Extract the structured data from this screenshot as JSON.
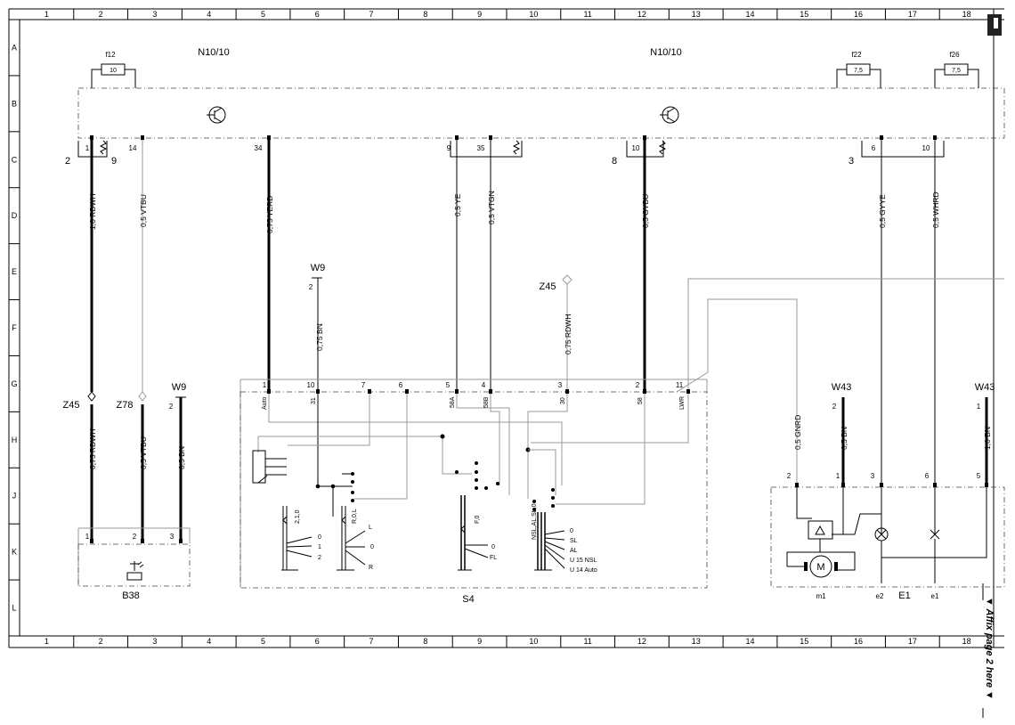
{
  "grid": {
    "columns": [
      "1",
      "2",
      "3",
      "4",
      "5",
      "6",
      "7",
      "8",
      "9",
      "10",
      "11",
      "12",
      "13",
      "14",
      "15",
      "16",
      "17",
      "18"
    ],
    "rows": [
      "A",
      "B",
      "C",
      "D",
      "E",
      "F",
      "G",
      "H",
      "J",
      "K",
      "L"
    ]
  },
  "modules": {
    "left": "N10/10",
    "right": "N10/10",
    "left_connector": "2",
    "mid_connector_a": "9",
    "mid_connector_b": "8",
    "right_connector": "3"
  },
  "fuses": [
    {
      "name": "f12",
      "rating": "10"
    },
    {
      "name": "f22",
      "rating": "7,5"
    },
    {
      "name": "f26",
      "rating": "7,5"
    }
  ],
  "top_pins": [
    "1",
    "14",
    "34",
    "9",
    "35",
    "10",
    "6",
    "10"
  ],
  "wires": [
    {
      "label": "1,0 RDWH"
    },
    {
      "label": "0,5 VTBU"
    },
    {
      "label": "0,75 YERD"
    },
    {
      "label": "0,5 YE"
    },
    {
      "label": "0,5 VTGN"
    },
    {
      "label": "0,5 GYBU"
    },
    {
      "label": "0,5 GYYE"
    },
    {
      "label": "0,5 WHRD"
    },
    {
      "label": "0,75 BN"
    },
    {
      "label": "0,75 RDWH"
    },
    {
      "label": "0,75 RDWH"
    },
    {
      "label": "0,5 VTBU"
    },
    {
      "label": "0,5 BN"
    },
    {
      "label": "0,5 GNRD"
    },
    {
      "label": "0,5 BN"
    },
    {
      "label": "1,0 BN"
    }
  ],
  "splices": {
    "z45_left": "Z45",
    "z78": "Z78",
    "w9_left": "W9",
    "w9_left_pin": "2",
    "w9_top": "W9",
    "w9_top_pin": "2",
    "z45_mid": "Z45",
    "w43_a": "W43",
    "w43_a_pin": "2",
    "w43_b": "W43",
    "w43_b_pin": "1"
  },
  "s4": {
    "name": "S4",
    "pins": [
      "1",
      "10",
      "7",
      "6",
      "5",
      "4",
      "3",
      "2",
      "11"
    ],
    "terminals": [
      "Auto",
      "31",
      "58A",
      "58B",
      "30",
      "58",
      "LWR"
    ],
    "switch_labels": [
      "2,1,0",
      "R,0,L",
      "F,0",
      "NSL,AL,SL,0"
    ],
    "pos_a": [
      "0",
      "1",
      "2"
    ],
    "pos_b": [
      "L",
      "0",
      "R"
    ],
    "pos_c": [
      "0",
      "FL"
    ],
    "pos_d": [
      "0",
      "SL",
      "AL",
      "U 15 NSL",
      "U 14 Auto"
    ]
  },
  "b38": {
    "name": "B38",
    "pins": [
      "1",
      "2",
      "3"
    ]
  },
  "e1": {
    "name": "E1",
    "pins": [
      "2",
      "1",
      "3",
      "6",
      "5"
    ],
    "parts": [
      "m1",
      "e2",
      "e1"
    ],
    "motor": "M"
  },
  "footer_note": "▼ Affix page 2 here ▼"
}
